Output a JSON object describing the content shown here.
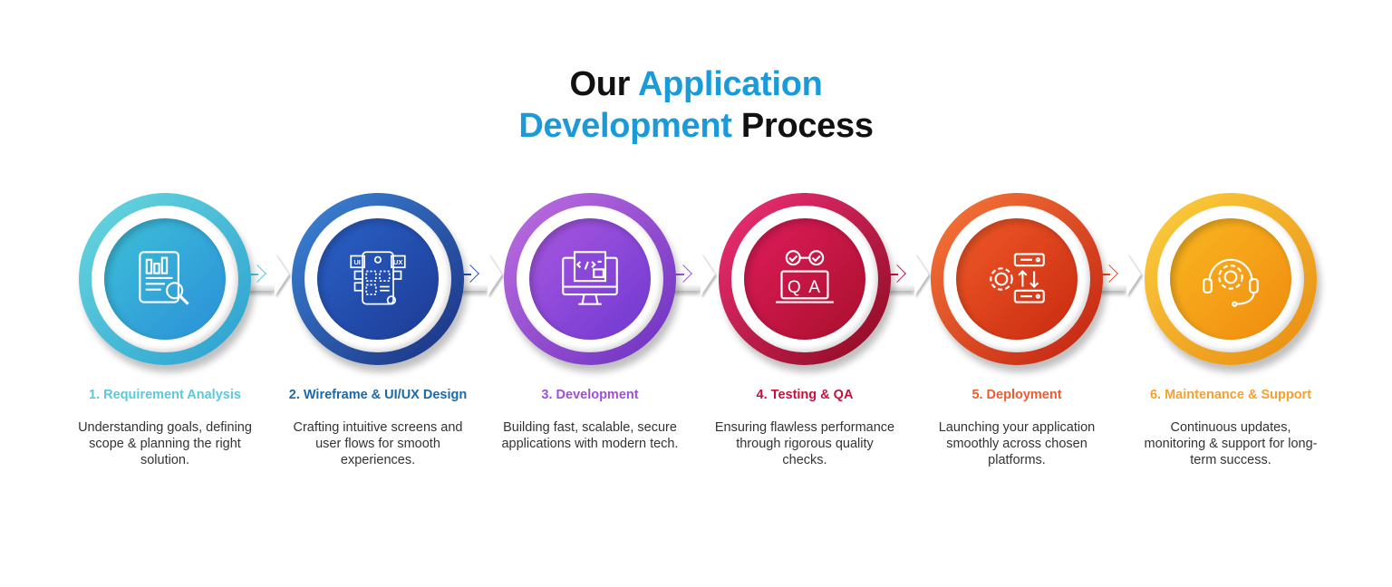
{
  "header": {
    "title_part1": "Our",
    "title_part2": "Application",
    "title_part3": "Development",
    "title_part4": "Process"
  },
  "steps": [
    {
      "title": "1. Requirement Analysis",
      "desc": "Understanding goals, defining scope & planning the right solution.",
      "icon": "report-search-icon",
      "color": "#4cc9d9"
    },
    {
      "title": "2. Wireframe & UI/UX Design",
      "desc": "Crafting intuitive screens and user flows for smooth experiences.",
      "icon": "ui-ux-wireframe-icon",
      "color": "#2358b8"
    },
    {
      "title": "3. Development",
      "desc": "Building fast, scalable, secure applications with modern tech.",
      "icon": "code-monitor-icon",
      "color": "#9a4ee0"
    },
    {
      "title": "4. Testing & QA",
      "desc": "Ensuring flawless performance through rigorous quality checks.",
      "icon": "qa-laptop-icon",
      "color": "#d0154a"
    },
    {
      "title": "5. Deployment",
      "desc": "Launching your application smoothly across chosen platforms.",
      "icon": "deploy-server-icon",
      "color": "#ee4a22"
    },
    {
      "title": "6. Maintenance & Support",
      "desc": "Continuous updates, monitoring & support for long-term success.",
      "icon": "support-headset-icon",
      "color": "#f6a820"
    }
  ],
  "icon_labels": {
    "ui": "UI",
    "ux": "UX",
    "q": "Q",
    "a": "A"
  }
}
